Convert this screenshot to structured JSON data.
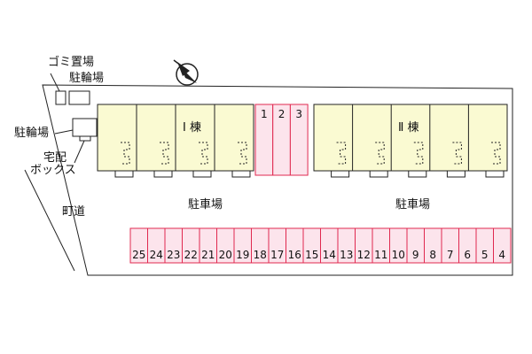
{
  "labels": {
    "garbage": "ゴミ置場",
    "bike_parking_top": "駐輪場",
    "bike_parking_left": "駐輪場",
    "delivery_box_line1": "宅配",
    "delivery_box_line2": "ボックス",
    "town_road": "町道",
    "parking_left": "駐車場",
    "parking_right": "駐車場",
    "building_1": "Ⅰ 棟",
    "building_2": "Ⅱ 棟"
  },
  "parking_spots_top": [
    "1",
    "2",
    "3"
  ],
  "parking_spots_bottom": [
    "25",
    "24",
    "23",
    "22",
    "21",
    "20",
    "19",
    "18",
    "17",
    "16",
    "15",
    "14",
    "13",
    "12",
    "11",
    "10",
    "9",
    "8",
    "7",
    "6",
    "5",
    "4"
  ],
  "colors": {
    "building_fill": "#fafad2",
    "parking_fill": "#fce4ec",
    "parking_stroke": "#e0284f",
    "line": "#222222"
  },
  "icons": [
    "north-arrow-icon"
  ]
}
